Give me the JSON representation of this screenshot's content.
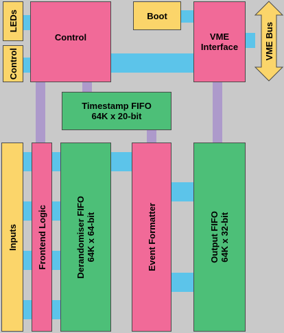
{
  "blocks": {
    "leds": "LEDs",
    "control_io": "Control",
    "control": "Control",
    "boot": "Boot",
    "vme_interface": "VME\nInterface",
    "vme_bus": "VME Bus",
    "timestamp_fifo": "Timestamp FIFO\n64K x 20-bit",
    "inputs": "Inputs",
    "frontend_logic": "Frontend Logic",
    "derandomiser_fifo": "Derandomiser FIFO\n64K x 64-bit",
    "event_formatter": "Event Formatter",
    "output_fifo": "Output FIFO\n64K x 32-bit"
  },
  "colors": {
    "background": "#c9c9c9",
    "control_logic": "#f16a98",
    "memory": "#4dbf78",
    "io": "#fbd56a",
    "data_link": "#5cc4ea",
    "control_link": "#ad9acb"
  }
}
